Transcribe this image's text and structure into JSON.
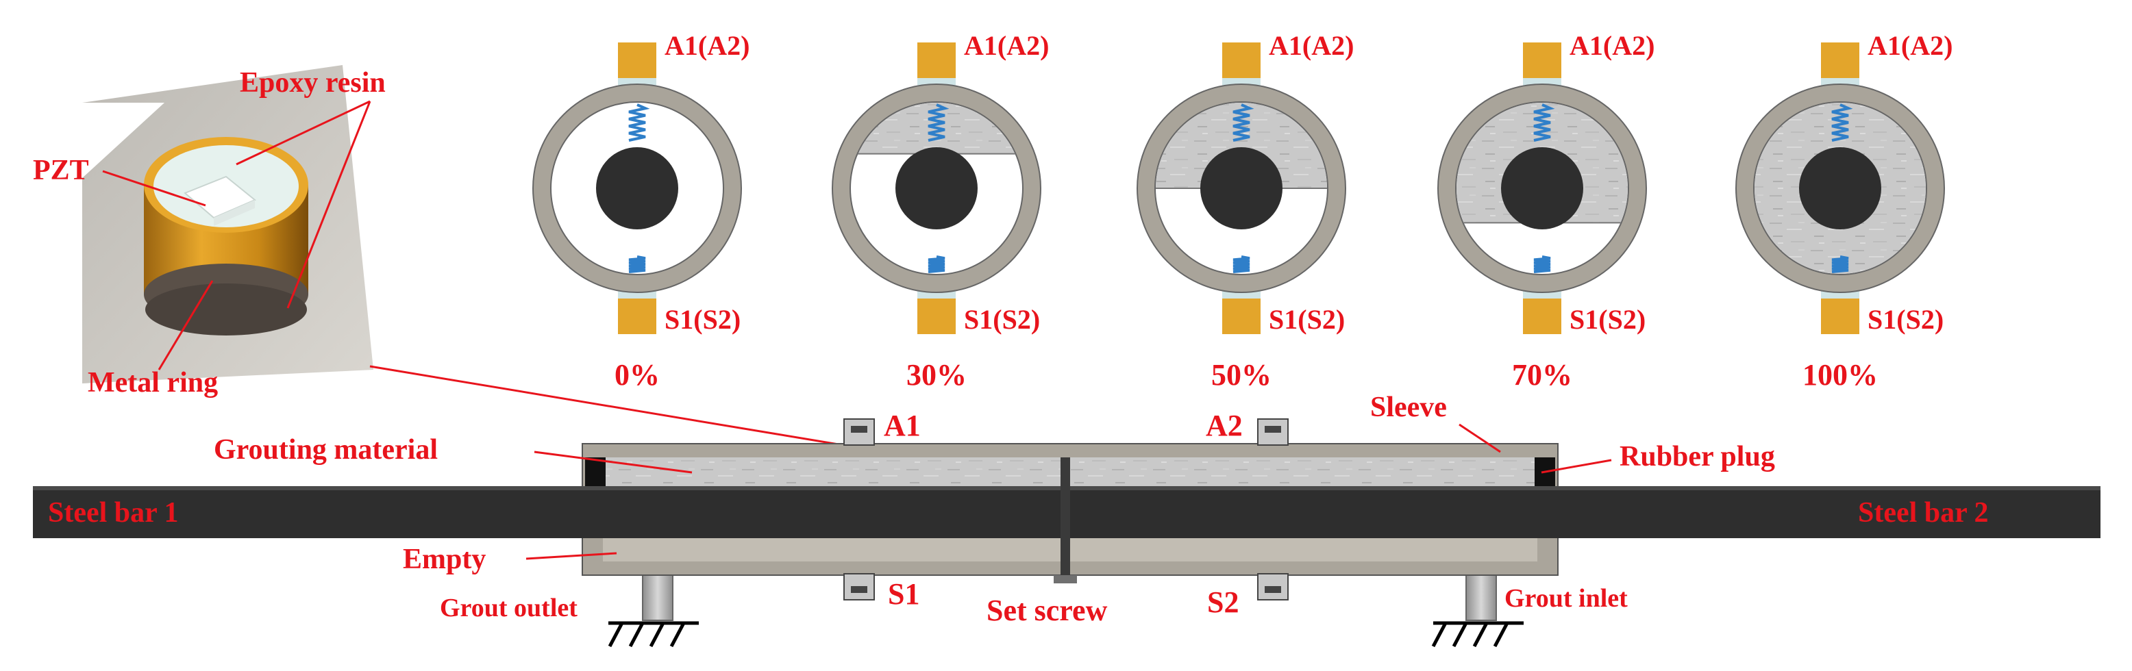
{
  "sensor_inset": {
    "labels": {
      "epoxy": "Epoxy resin",
      "pzt": "PZT",
      "ring": "Metal ring"
    }
  },
  "cross_sections": [
    {
      "fill_label": "0%",
      "fill_fraction": 0.0,
      "top_label": "A1(A2)",
      "bottom_label": "S1(S2)"
    },
    {
      "fill_label": "30%",
      "fill_fraction": 0.3,
      "top_label": "A1(A2)",
      "bottom_label": "S1(S2)"
    },
    {
      "fill_label": "50%",
      "fill_fraction": 0.5,
      "top_label": "A1(A2)",
      "bottom_label": "S1(S2)"
    },
    {
      "fill_label": "70%",
      "fill_fraction": 0.7,
      "top_label": "A1(A2)",
      "bottom_label": "S1(S2)"
    },
    {
      "fill_label": "100%",
      "fill_fraction": 1.0,
      "top_label": "A1(A2)",
      "bottom_label": "S1(S2)"
    }
  ],
  "assembly": {
    "labels": {
      "grouting": "Grouting material",
      "sleeve": "Sleeve",
      "rubber_plug": "Rubber plug",
      "bar1": "Steel bar 1",
      "bar2": "Steel bar 2",
      "empty": "Empty",
      "grout_outlet": "Grout outlet",
      "grout_inlet": "Grout inlet",
      "set_screw": "Set screw",
      "a1": "A1",
      "a2": "A2",
      "s1": "S1",
      "s2": "S2"
    }
  },
  "colors": {
    "label": "#e8141c",
    "sensor_orange": "#e3a52b",
    "sleeve_gray": "#a9a49a",
    "bar": "#2e2e2e",
    "grout": "#c8c8c8"
  }
}
